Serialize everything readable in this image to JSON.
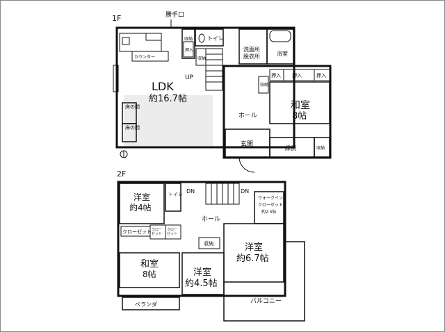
{
  "floor1": {
    "floor_label": "1F",
    "entrance_label": "勝手口",
    "ldk_name": "LDK",
    "ldk_size": "約16.7帖",
    "counter": "カウンター",
    "pantry": "収納",
    "storage_top": "押入",
    "toilet": "トイレ",
    "storage_small": "収納",
    "up": "UP",
    "closet_top": "押入",
    "toko_1": "床の間",
    "toko_2": "床の間",
    "washroom_1": "洗面所",
    "washroom_2": "脱衣所",
    "bath": "浴室",
    "oshiire_a": "押入",
    "oshiire_b": "押入",
    "oshiire_c": "押入",
    "storage_hall": "収納",
    "hall": "ホール",
    "japanese_name": "和室",
    "japanese_size": "8帖",
    "genkan": "玄関",
    "engawa": "縁側",
    "storage_br": "収納"
  },
  "floor2": {
    "floor_label": "2F",
    "youshitsu1_name": "洋室",
    "youshitsu1_size": "約4帖",
    "toilet": "トイレ",
    "dn_left": "DN",
    "dn_right": "DN",
    "hall": "ホール",
    "walkin_1": "ウォークイン",
    "walkin_2": "クローゼット",
    "walkin_3": "約2.5帖",
    "closet": "クローゼット",
    "closet_b": "クロー\nゼット",
    "closet_c": "クロー\nゼット",
    "youshitsu2_name": "洋室",
    "youshitsu2_size": "約6.7帖",
    "storage": "収納",
    "washitsu_name": "和室",
    "washitsu_size": "8帖",
    "youshitsu3_name": "洋室",
    "youshitsu3_size": "約4.5帖",
    "veranda": "ベランダ",
    "balcony": "バルコニー"
  }
}
